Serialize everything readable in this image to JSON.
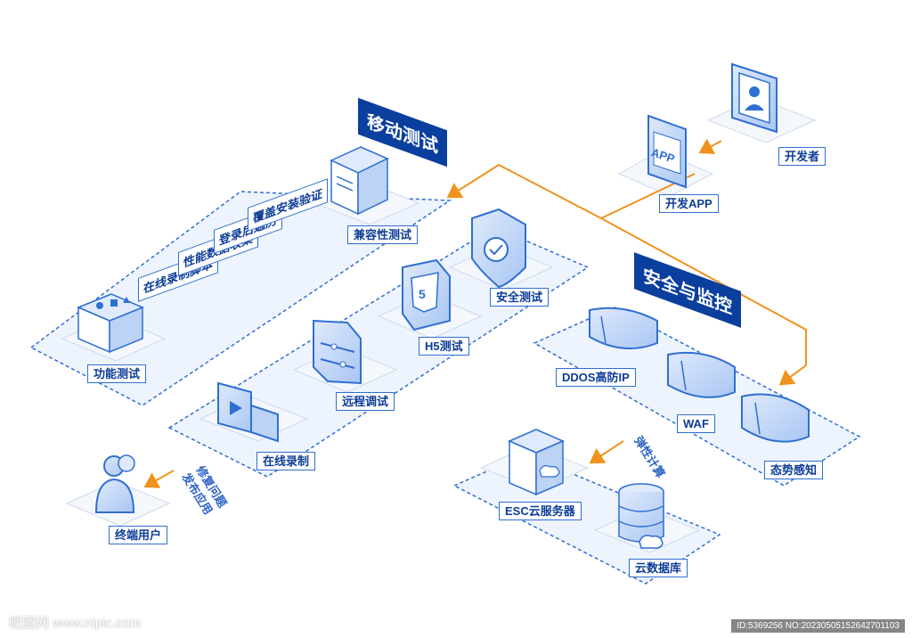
{
  "colors": {
    "primary": "#2f6fd1",
    "dark": "#0b3f9e",
    "accent": "#f0921e",
    "panel": "#e9f1fc",
    "dashed": "#2f6fd1"
  },
  "banners": {
    "mobile": "移动测试",
    "security": "安全与监控"
  },
  "labels": {
    "developer": "开发者",
    "dev_app": "开发APP",
    "app_icon": "APP",
    "compat": "兼容性测试",
    "security_test": "安全测试",
    "h5": "H5测试",
    "remote": "远程调试",
    "online_rec": "在线录制",
    "functional": "功能测试",
    "end_user": "终端用户",
    "ddos": "DDOS高防IP",
    "waf": "WAF",
    "situation": "态势感知",
    "esc": "ESC云服务器",
    "cloud_db": "云数据库"
  },
  "features": [
    "在线录制脚本",
    "性能数据收集",
    "登录后遍历",
    "覆盖安装验证"
  ],
  "side_labels": {
    "fix_line1": "修复问题",
    "fix_line2": "发布应用",
    "elastic": "弹性计算"
  },
  "watermark": {
    "left": "昵图网 www.nipic.com",
    "right": "ID:5369256 NO:20230505152642701103"
  }
}
